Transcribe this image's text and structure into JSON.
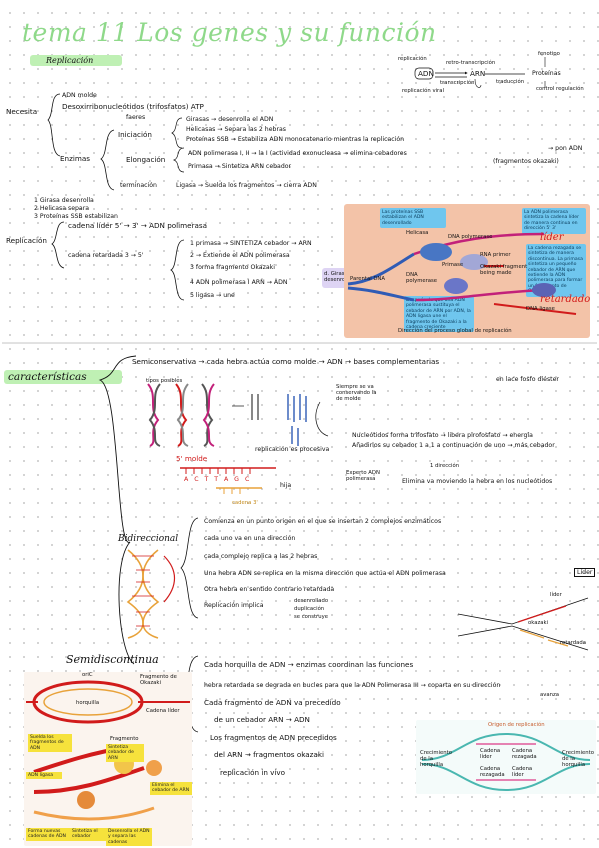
{
  "page": {
    "title": "tema 11 Los genes y su función",
    "subtitle": "Replicación"
  },
  "dogma": {
    "replicacion": "replicación",
    "adn": "ADN",
    "transcripcion": "transcripción",
    "arn": "ARN",
    "traduccion": "traducción",
    "proteinas": "Proteínas",
    "retrotranscripcion": "retro-transcripción",
    "replicacion_viral": "replicación viral",
    "fenotipo": "fenotipo",
    "control": "control regulación"
  },
  "necesita": {
    "label": "Necesita",
    "adn_molde": "ADN molde",
    "desoxirribo": "Desoxirribonucleótidos (trifosfatos) ATP",
    "faeres": "faeres",
    "enzimas": "Enzimas",
    "iniciacion": "Iniciación",
    "giratasa": "Girasas → desenrolla el ADN",
    "helicasa": "Helicasas → Separa las 2 hebras",
    "ssb": "Proteínas SSB → Estabiliza ADN monocatenario mientras la replicación",
    "elongacion": "Elongación",
    "adnpol": "ADN polimerasa I, II → la I (actividad exonucleasa → elimina cebadores",
    "fragmentos": "(fragmentos okazaki)",
    "pon_adn": "→ pon ADN",
    "primasa": "Primasa → Sintetiza ARN cebador",
    "terminacion": "terminación",
    "ligasa": "Ligasa → Suelda los fragmentos → cierra ADN"
  },
  "pasos": {
    "items": [
      "1 Girasa desenrolla",
      "2 Helicasa separa",
      "3 Proteínas SSB estabilizan"
    ],
    "replicacion": "Replicación",
    "lider": "cadena líder 5' → 3' → ADN polimerasa",
    "retardada": "cadena retardada 3 → 5'",
    "r1": "1 primasa → SINTETIZA cebador → ARN",
    "r2": "2 → Extiende el ADN polimerasa",
    "r3": "3 forma fragmento Okazaki",
    "r4": "4 ADN polimerasa I ARN → ADN",
    "r5": "5 ligasa → une",
    "nota": "d. Girasa desenrolla"
  },
  "figura1": {
    "lider": "líder",
    "retardado": "retardado",
    "caption": "Dirección del proceso global de replicación",
    "box1": "Las proteínas SSB estabilizan el ADN desenrollado",
    "box2": "La ADN polimerasa sintetiza la cadena líder de manera continua en dirección 5' 3'",
    "box3": "La cadena rezagada se sintetiza de manera discontinua. La primasa sintetiza un pequeño cebador de ARN que extiende la ADN polimerasa para formar un fragmento de Okazaki",
    "box4": "Después de que una ADN polimerasa sustituya el cebador de ARN por ADN, la ADN ligasa une el fragmento de Okazaki a la cadena creciente",
    "helicase": "Helicasa",
    "polymerase": "DNA polymerase",
    "primase": "Primase",
    "rna_primer": "RNA primer",
    "okazaki": "Okazaki fragment being made",
    "parental": "Parental DNA",
    "dna_pol2": "DNA polymerase",
    "ligase": "DNA ligase",
    "sentido": "replicación"
  },
  "caracteristicas": {
    "label": "características",
    "semicons": "Semiconservativa → cada hebra actúa como molde → ADN → bases complementarias",
    "enlace": "en lace fosfo diéster",
    "siempre": "Siempre se va conservando la de molde",
    "tipo": "tipos posibles",
    "procesiva": "replicación es procesiva",
    "nucl": "Nucleótidos forma trifosfato → libera pirofosfato → energía",
    "anadir": "Añadirlos su cebador 1 a 1 a continuación de uno → más cebador",
    "dir": "1 dirección",
    "expert": "Experto ADN polimerasa",
    "elimina": "Elimina va moviendo la hebra en los nucleótidos",
    "molde": "5' molde",
    "seq": "A C T T A G C",
    "hija": "hija",
    "cadena": "cadena 3'",
    "cad5": "5'",
    "bidir": "Bidireccional",
    "b1": "Comienza en un punto origen en el que se insertan 2 complejos enzimáticos",
    "b2": "cada uno va en una dirección",
    "b3": "cada complejo replica a las 2 hebras",
    "b4": "Una hebra ADN se replica en la misma dirección que actúa el ADN polimerasa",
    "b4box": "Líder",
    "b5": "Otra hebra en sentido contrario retardada",
    "b6": "Replicación implica",
    "b6a": "desenrollado",
    "b6b": "duplicación",
    "b6c": "se construye",
    "lider2": "líder",
    "okazaki2": "okazaki",
    "retardada2": "retardada",
    "semidis": "Semidiscontinua",
    "s1": "Cada horquilla de ADN → enzimas coordinan las funciones",
    "s2": "hebra retardada se degrada en bucles para que la ADN Polimerasa III → coparta en su dirección",
    "s2b": "avanza",
    "s3": "Cada fragmento de ADN va precedido",
    "s4": "de un cebador ARN → ADN",
    "s5": "Los fragmentos de ADN precedidos",
    "s6": "del ARN → fragmentos okazaki",
    "s7": "replicación in vivo"
  },
  "figura_ori": {
    "title": "Origen de replicación",
    "a": "Cadena líder",
    "b": "Cadena rezagada",
    "c": "Cadena rezagada",
    "d": "Cadena líder",
    "l": "Crecimiento de la horquilla",
    "r": "Crecimiento de la horquilla"
  },
  "figura_bubble": {
    "oriC": "oriC",
    "fragmento": "Fragmento de Okazaki",
    "horquilla": "horquilla",
    "cadena_lider": "Cadena líder",
    "y1": "Suelda los fragmentos de ADN",
    "y2": "Fragmento",
    "y3": "Sintetiza cebador de ARN",
    "y4": "Forma nuevas cadenas de ADN",
    "y5": "Sintetiza el cebador",
    "y6": "Desenrolla el ADN y separa las cadenas",
    "y7": "Elimina el cebador de ARN",
    "y8": "ADN ligasa"
  },
  "colors": {
    "title_green": "#8fd98a",
    "accent_red": "#d11b1b",
    "highlight_green": "#bff0b4",
    "highlight_purple": "#ded4f4",
    "panel_peach": "#f3c3a8",
    "box_blue": "#6fc6ee"
  }
}
